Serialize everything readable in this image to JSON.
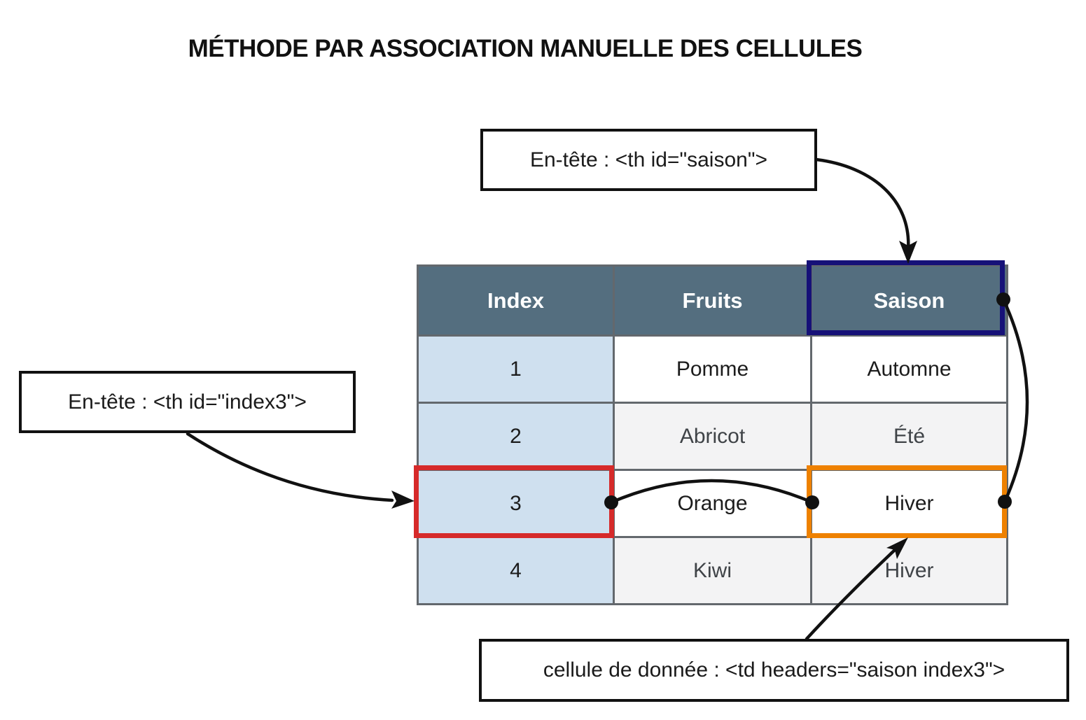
{
  "title": "MÉTHODE PAR ASSOCIATION MANUELLE DES CELLULES",
  "annotations": {
    "saison_header_label": "En-tête : <th id=\"saison\">",
    "index3_header_label": "En-tête : <th id=\"index3\">",
    "data_cell_label": "cellule de donnée : <td headers=\"saison index3\">"
  },
  "table": {
    "headers": [
      "Index",
      "Fruits",
      "Saison"
    ],
    "rows": [
      [
        "1",
        "Pomme",
        "Automne"
      ],
      [
        "2",
        "Abricot",
        "Été"
      ],
      [
        "3",
        "Orange",
        "Hiver"
      ],
      [
        "4",
        "Kiwi",
        "Hiver"
      ]
    ]
  },
  "highlights": {
    "saison_header_border": "#161178",
    "index3_cell_border": "#d62a2a",
    "hiver_cell_border": "#ee8100"
  },
  "colors": {
    "table_header_bg": "#546e7f",
    "table_header_text": "#ffffff",
    "index_column_bg": "#cfe0ef",
    "even_row_bg": "#f3f3f4",
    "grid_line": "#63686d",
    "arrow": "#111111"
  }
}
